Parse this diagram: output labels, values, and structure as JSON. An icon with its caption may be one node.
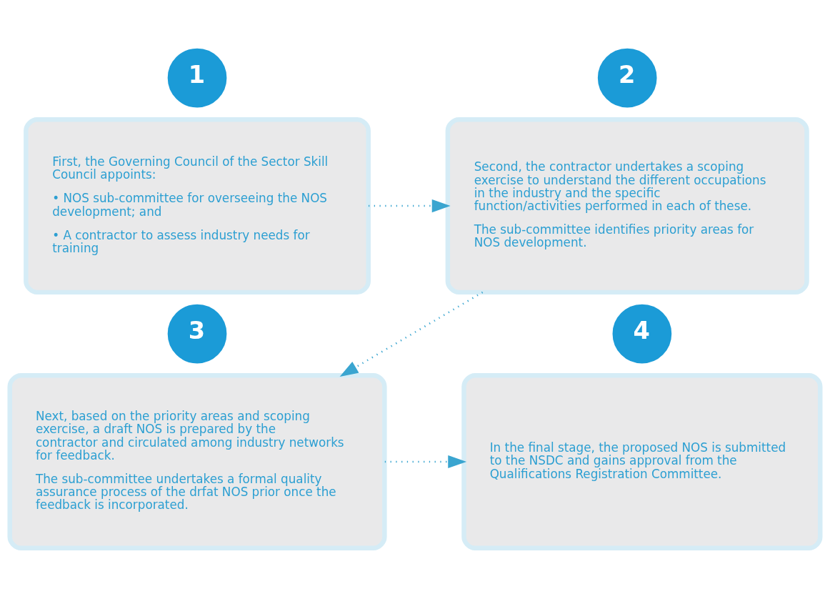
{
  "diagram": {
    "nodes": [
      {
        "text": [
          "1"
        ]
      },
      {
        "text": [
          "First, the Governing Council of the Sector Skill Council appoints:",
          "• NOS sub-committee for overseeing the NOS development; and",
          "• A contractor to assess industry needs for training"
        ]
      },
      {
        "text": [
          "2"
        ]
      },
      {
        "text": [
          "Second, the contractor undertakes a scoping exercise to understand the different occupations in the industry and the specific function/activities performed in each of these.",
          "The sub-committee identifies priority areas for NOS development."
        ]
      },
      {
        "text": [
          "3"
        ]
      },
      {
        "text": [
          "Next, based on the priority areas and scoping exercise, a draft NOS is prepared by the contractor and circulated among industry networks for feedback.",
          "The sub-committee undertakes a formal quality assurance process of the drfat NOS prior once the feedback is incorporated."
        ]
      },
      {
        "text": [
          "4"
        ]
      },
      {
        "text": [
          "In the final stage, the proposed NOS is submitted to the NSDC and gains approval from the Qualifications Registration Committee."
        ]
      }
    ],
    "edges": [
      {
        "from": 1,
        "to": 3,
        "arrow": "to"
      },
      {
        "from": 3,
        "to": 5,
        "arrow": "to"
      },
      {
        "from": 5,
        "to": 7,
        "arrow": "to"
      }
    ]
  }
}
